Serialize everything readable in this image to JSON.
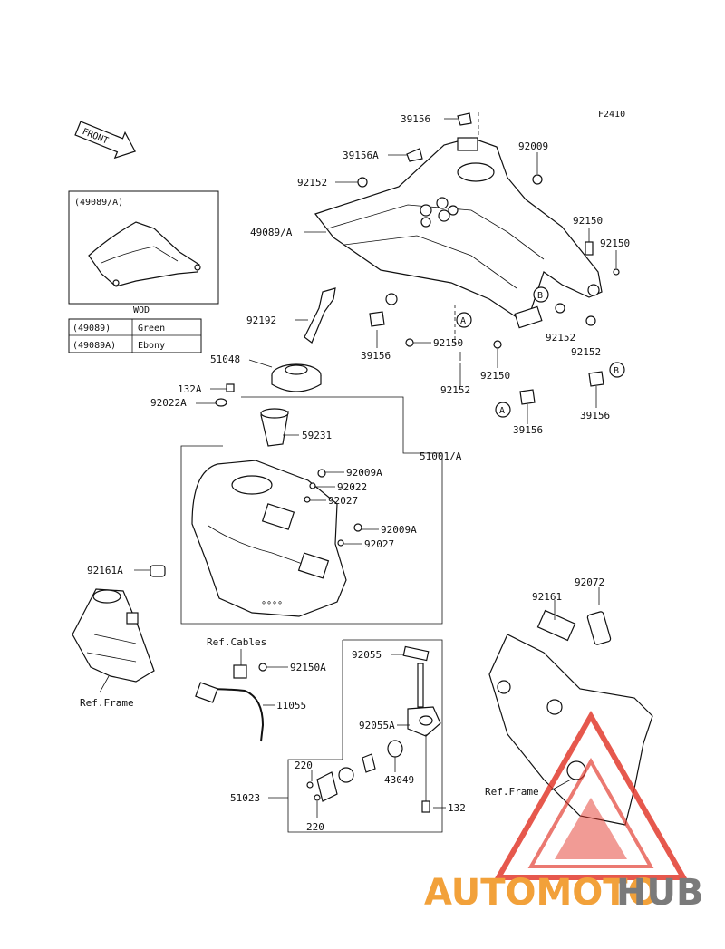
{
  "figure_code": "F2410",
  "front_label": "FRONT",
  "inset": {
    "title": "(49089/A)",
    "caption": "WOD",
    "table": [
      {
        "part": "(49089)",
        "color": "Green"
      },
      {
        "part": "(49089A)",
        "color": "Ebony"
      }
    ]
  },
  "callouts": {
    "c39156_top": "39156",
    "c39156a": "39156A",
    "c92009": "92009",
    "c92152_top": "92152",
    "c49089a": "49089/A",
    "c92150_a": "92150",
    "c92150_b": "92150",
    "c92192": "92192",
    "c39156_mid": "39156",
    "c92150_c": "92150",
    "c92152_b": "92152",
    "c92152_c": "92152",
    "c92150_d": "92150",
    "c92152_d": "92152",
    "c51048": "51048",
    "c132a": "132A",
    "c92022a": "92022A",
    "c59231": "59231",
    "c51001a": "51001/A",
    "c92009a_1": "92009A",
    "c92022": "92022",
    "c92027_1": "92027",
    "c92009a_2": "92009A",
    "c92027_2": "92027",
    "c92161a": "92161A",
    "c39156_a": "39156",
    "c39156_b": "39156",
    "c92072": "92072",
    "c92161": "92161",
    "ref_cables": "Ref.Cables",
    "c92150a": "92150A",
    "ref_frame_left": "Ref.Frame",
    "c11055": "11055",
    "c92055": "92055",
    "c92055a": "92055A",
    "c43049": "43049",
    "c220_1": "220",
    "c51023": "51023",
    "c220_2": "220",
    "c132": "132",
    "ref_frame_right": "Ref.Frame"
  },
  "markers": {
    "a": "A",
    "b": "B"
  },
  "watermark": {
    "part1": "AUTOMOTO",
    "part2": "HUB",
    "color1": "#f2a13a",
    "color2": "#7a7a7a",
    "logo_color": "#e23b2e"
  }
}
